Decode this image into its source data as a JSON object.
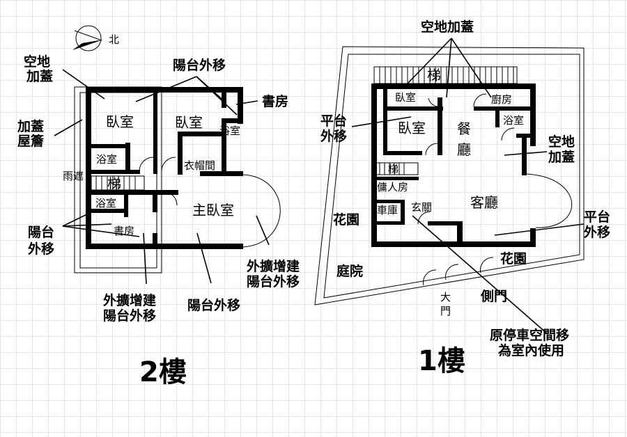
{
  "compass": {
    "north_label": "北"
  },
  "floor2": {
    "title": "2樓",
    "rooms": {
      "bedroom_a": "臥室",
      "bedroom_b": "臥室",
      "study_top": "書房",
      "bath_right": "浴室",
      "bath_left": "浴室",
      "closet": "衣帽間",
      "stairs": "梯",
      "bath_lower": "浴室",
      "study_lower": "書房",
      "master_bedroom": "主臥室",
      "canopy": "雨遮"
    },
    "notes": {
      "vacant_add_1": "空地",
      "vacant_add_2": "加蓋",
      "eave_1": "加蓋",
      "eave_2": "屋簷",
      "balcony_top": "陽台外移",
      "balcony_left_1": "陽台",
      "balcony_left_2": "外移",
      "ext_lower_1": "外擴增建",
      "ext_lower_2": "陽台外移",
      "balcony_bottom": "陽台外移",
      "ext_right_1": "外擴增建",
      "ext_right_2": "陽台外移"
    }
  },
  "floor1": {
    "title": "1樓",
    "rooms": {
      "stairs_top": "梯",
      "bedroom_small": "臥室",
      "kitchen": "廚房",
      "bedroom": "臥室",
      "dining_1": "餐",
      "dining_2": "廳",
      "bath": "浴室",
      "stairs": "梯",
      "maid_room": "傭人房",
      "garage": "車庫",
      "foyer": "玄關",
      "living_room": "客廳",
      "garden_left": "花園",
      "garden_bottom": "花園",
      "courtyard": "庭院",
      "main_gate_1": "大",
      "main_gate_2": "門",
      "side_door": "側門"
    },
    "notes": {
      "vacant_add_top": "空地加蓋",
      "platform_left_1": "平台",
      "platform_left_2": "外移",
      "vacant_add_right_1": "空地",
      "vacant_add_right_2": "加蓋",
      "platform_right_1": "平台",
      "platform_right_2": "外移",
      "parking_1": "原停車空間移",
      "parking_2": "為室內使用"
    }
  }
}
